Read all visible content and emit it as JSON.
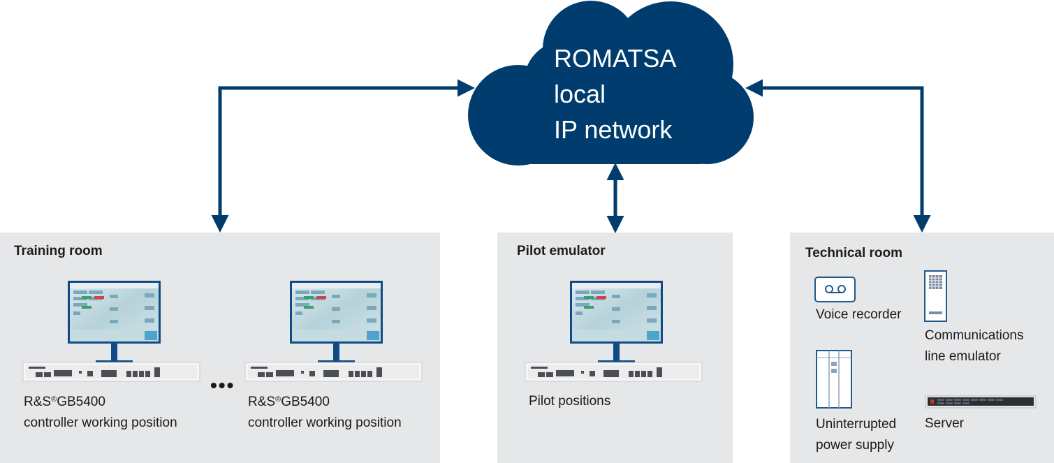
{
  "colors": {
    "network_blue": "#003d6e",
    "panel_gray": "#e6e7e9",
    "screen_teal": "#b9d7dc",
    "device_outline": "#1f5a8c"
  },
  "cloud": {
    "lines": [
      "ROMATSA",
      "local",
      "IP network"
    ]
  },
  "rooms": {
    "training": {
      "title": "Training room",
      "positions": [
        {
          "brand": "R&S",
          "reg": "®",
          "model": "GB5400",
          "role": "controller working position"
        },
        {
          "brand": "R&S",
          "reg": "®",
          "model": "GB5400",
          "role": "controller working position"
        }
      ],
      "ellipsis": "•••"
    },
    "pilot": {
      "title": "Pilot emulator",
      "position_label": "Pilot positions"
    },
    "technical": {
      "title": "Technical room",
      "devices": [
        {
          "icon": "voice-recorder-icon",
          "label_lines": [
            "Voice recorder"
          ]
        },
        {
          "icon": "communications-line-emulator-icon",
          "label_lines": [
            "Communications",
            "line emulator"
          ]
        },
        {
          "icon": "ups-icon",
          "label_lines": [
            "Uninterrupted",
            "power supply"
          ]
        },
        {
          "icon": "server-icon",
          "label_lines": [
            "Server"
          ]
        }
      ]
    }
  }
}
